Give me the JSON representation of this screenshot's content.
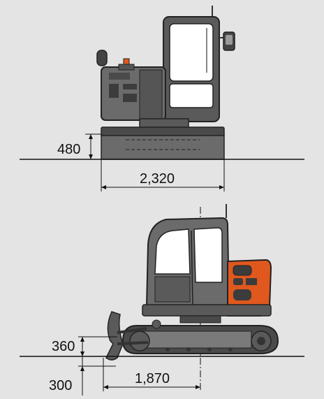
{
  "diagram": {
    "front_view": {
      "track_height": "480",
      "track_width": "2,320"
    },
    "side_view": {
      "blade_lift": "360",
      "blade_depth": "300",
      "blade_reach": "1,870"
    }
  },
  "colors": {
    "background": "#e4e4e4",
    "machine_body": "#6b6b6b",
    "machine_dark": "#3c3c3c",
    "track": "#5a5a5a",
    "accent_orange": "#e0581e",
    "line": "#111111",
    "glass": "#ffffff"
  }
}
